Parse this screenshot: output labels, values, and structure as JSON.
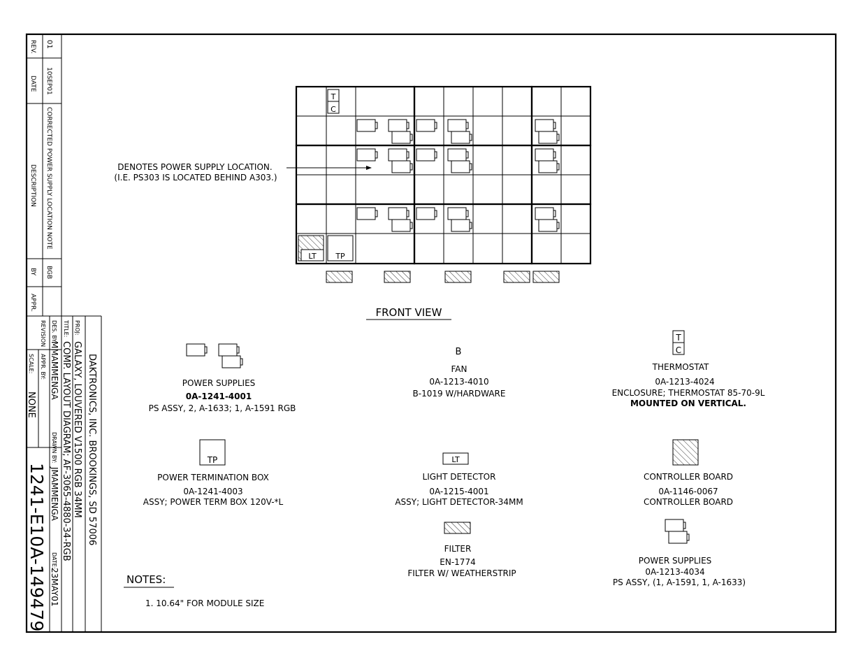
{
  "revision_block": {
    "headers": {
      "rev": "REV.",
      "date": "DATE",
      "description": "DESCRIPTION",
      "by": "BY",
      "appr": "APPR."
    },
    "entry": {
      "rev": "01",
      "date": "10SEP01",
      "description": "CORRECTED POWER SUPPLY LOCATION NOTE",
      "by": "BGB",
      "appr": ""
    },
    "section_label": "REVISION"
  },
  "title_block": {
    "company": "DAKTRONICS, INC.  BROOKINGS, SD 57006",
    "proj_label": "PROJ:",
    "proj": "GALAXY, LOUVERED V1500 RGB 34MM",
    "title_label": "TITLE:",
    "title": "COMP. LAYOUT DIAGRAM; AF-3065-4880-34-RGB",
    "des_label": "DES. BY:",
    "des": "MMAMMENGA",
    "drawn_label": "DRAWN BY:",
    "drawn": "JMAMMENGA",
    "date_label": "DATE:",
    "date": "23MAY01",
    "appr_label": "APPR. BY:",
    "scale_label": "SCALE:",
    "scale": "NONE",
    "drawing_number": "1241-E10A-149479"
  },
  "front_view": {
    "title": "FRONT VIEW",
    "tc_label": "TC",
    "lt_label": "LT",
    "tp_label": "TP",
    "callout_line1": "DENOTES POWER SUPPLY LOCATION.",
    "callout_line2": "(I.E. PS303 IS LOCATED BEHIND A303.)"
  },
  "legend": {
    "power_supplies_1": {
      "name": "POWER SUPPLIES",
      "part": "0A-1241-4001",
      "desc": "PS ASSY, 2, A-1633; 1, A-1591 RGB"
    },
    "fan": {
      "symbol": "B",
      "name": "FAN",
      "part": "0A-1213-4010",
      "desc": "B-1019 W/HARDWARE"
    },
    "thermostat": {
      "symbol": "TC",
      "name": "THERMOSTAT",
      "part": "0A-1213-4024",
      "desc": "ENCLOSURE; THERMOSTAT 85-70-9L",
      "note": "MOUNTED ON VERTICAL."
    },
    "power_termination": {
      "symbol": "TP",
      "name": "POWER TERMINATION BOX",
      "part": "0A-1241-4003",
      "desc": "ASSY; POWER TERM BOX 120V-*L"
    },
    "light_detector": {
      "symbol": "LT",
      "name": "LIGHT DETECTOR",
      "part": "0A-1215-4001",
      "desc": "ASSY; LIGHT DETECTOR-34MM"
    },
    "controller_board": {
      "name": "CONTROLLER BOARD",
      "part": "0A-1146-0067",
      "desc": "CONTROLLER BOARD"
    },
    "filter": {
      "name": "FILTER",
      "part": "EN-1774",
      "desc": "FILTER W/ WEATHERSTRIP"
    },
    "power_supplies_2": {
      "name": "POWER SUPPLIES",
      "part": "0A-1213-4034",
      "desc": "PS ASSY, (1, A-1591, 1, A-1633)"
    }
  },
  "notes": {
    "title": "NOTES:",
    "items": [
      "1.   10.64\" FOR MODULE SIZE"
    ]
  }
}
